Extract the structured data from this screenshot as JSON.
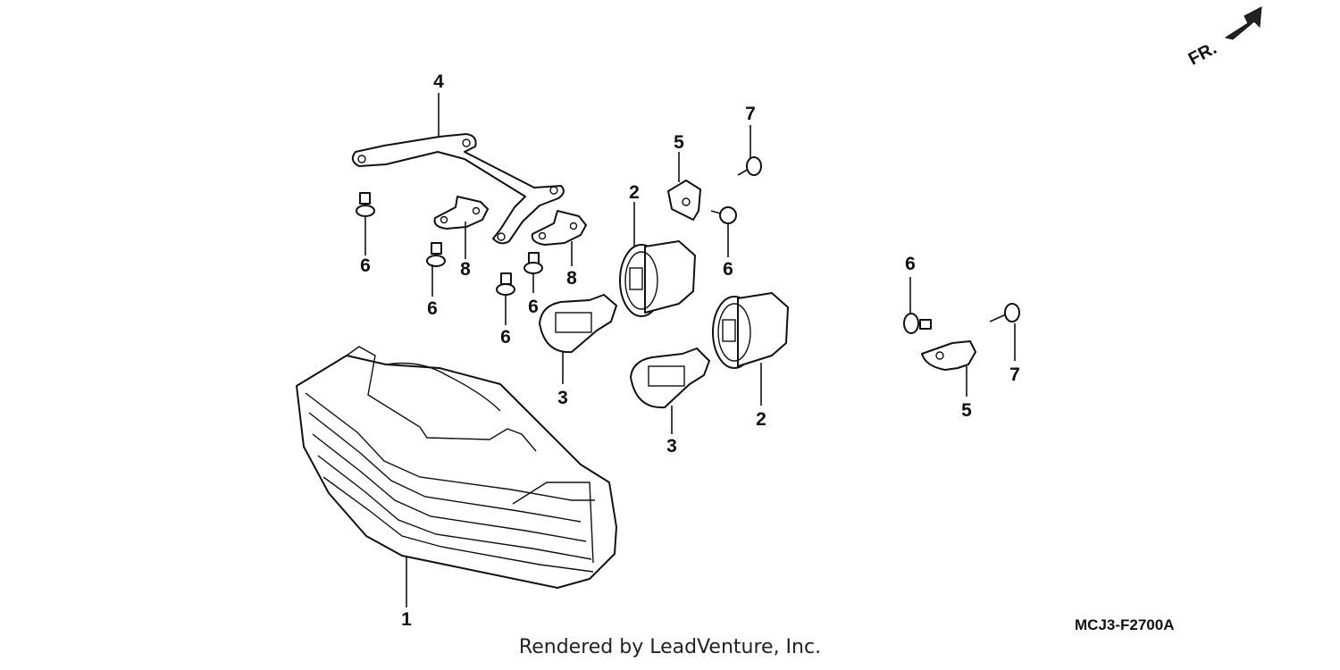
{
  "diagram": {
    "code": "MCJ3-F2700A",
    "direction_label": "FR.",
    "footer": "Rendered by LeadVenture, Inc.",
    "callouts": [
      {
        "id": "c4",
        "label": "4"
      },
      {
        "id": "c7a",
        "label": "7"
      },
      {
        "id": "c5a",
        "label": "5"
      },
      {
        "id": "c2a",
        "label": "2"
      },
      {
        "id": "c6a",
        "label": "6"
      },
      {
        "id": "c8a",
        "label": "8"
      },
      {
        "id": "c8b",
        "label": "8"
      },
      {
        "id": "c6b",
        "label": "6"
      },
      {
        "id": "c6c",
        "label": "6"
      },
      {
        "id": "c6d",
        "label": "6"
      },
      {
        "id": "c6e",
        "label": "6"
      },
      {
        "id": "c3a",
        "label": "3"
      },
      {
        "id": "c3b",
        "label": "3"
      },
      {
        "id": "c2b",
        "label": "2"
      },
      {
        "id": "c6f",
        "label": "6"
      },
      {
        "id": "c7b",
        "label": "7"
      },
      {
        "id": "c5b",
        "label": "5"
      },
      {
        "id": "c1",
        "label": "1"
      }
    ]
  }
}
